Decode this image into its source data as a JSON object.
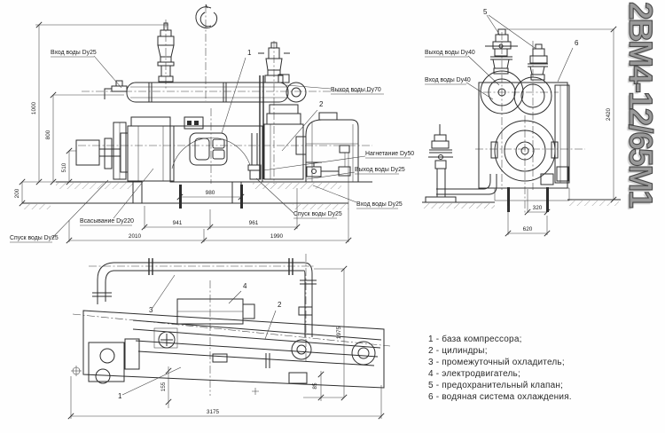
{
  "title": "2ВМ4-12/65М1",
  "side_view": {
    "labels": {
      "water_in_25_top": "Вход воды Dy25",
      "water_out_70": "Выход воды Dy70",
      "discharge_50": "Нагнетание Dy50",
      "water_out_25": "Выход воды Dy25",
      "water_in_25_right": "Вход воды Dy25",
      "water_drain_25_right": "Спуск воды Dy25",
      "suction_220": "Всасывание Dy220",
      "water_drain_25_left": "Спуск воды Dy25"
    },
    "dims": {
      "h_1000": "1000",
      "h_800": "800",
      "h_510": "510",
      "h_200": "200",
      "w_980": "980",
      "w_941": "941",
      "w_961": "961",
      "w_2010": "2010",
      "w_1990": "1990"
    },
    "callouts": {
      "c1": "1",
      "c2": "2"
    }
  },
  "end_view": {
    "labels": {
      "water_out_40": "Выход воды Dy40",
      "water_in_40": "Вход воды Dy40"
    },
    "dims": {
      "h_2420": "2420",
      "w_320": "320",
      "w_620": "620"
    },
    "callouts": {
      "c5": "5",
      "c6": "6"
    }
  },
  "plan_view": {
    "dims": {
      "w_3175": "3175",
      "d_1975": "1975",
      "d_155": "155",
      "d_85": "85"
    },
    "callouts": {
      "c1": "1",
      "c2": "2",
      "c3": "3",
      "c4": "4"
    }
  },
  "legend": {
    "items": [
      "1 - база компрессора;",
      "2 - цилиндры;",
      "3 - промежуточный охладитель;",
      "4 - электродвигатель;",
      "5 - предохранительный клапан;",
      "6 - водяная система охлаждения."
    ]
  }
}
